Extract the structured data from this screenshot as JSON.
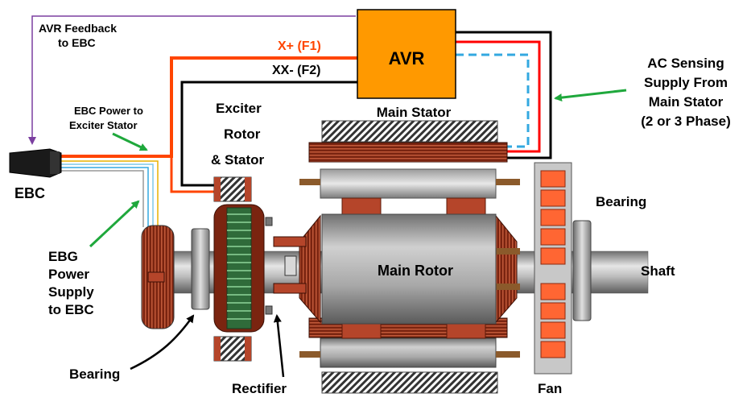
{
  "labels": {
    "avr": "AVR",
    "avr_feedback_1": "AVR Feedback",
    "avr_feedback_2": "to EBC",
    "x_plus": "X+ (F1)",
    "xx_minus": "XX- (F2)",
    "ebc_power_1": "EBC Power to",
    "ebc_power_2": "Exciter Stator",
    "ebc": "EBC",
    "exciter_1": "Exciter",
    "exciter_2": "Rotor",
    "exciter_3": "& Stator",
    "main_stator": "Main Stator",
    "ac_sensing_1": "AC Sensing",
    "ac_sensing_2": "Supply From",
    "ac_sensing_3": "Main Stator",
    "ac_sensing_4": "(2 or 3 Phase)",
    "ebg_1": "EBG",
    "ebg_2": "Power",
    "ebg_3": "Supply",
    "ebg_4": "to EBC",
    "bearing_left": "Bearing",
    "bearing_right": "Bearing",
    "main_rotor": "Main Rotor",
    "shaft": "Shaft",
    "rectifier": "Rectifier",
    "fan": "Fan"
  },
  "colors": {
    "avr_box": "#FF9900",
    "field_wire": "#FF4500",
    "sensing_red": "#FF0000",
    "sensing_blue": "#33A8E0",
    "feedback_wire": "#7B3FA0",
    "arrow_green": "#1FA83C",
    "copper": "#8B2A10",
    "steel": "#8C8C8C"
  }
}
